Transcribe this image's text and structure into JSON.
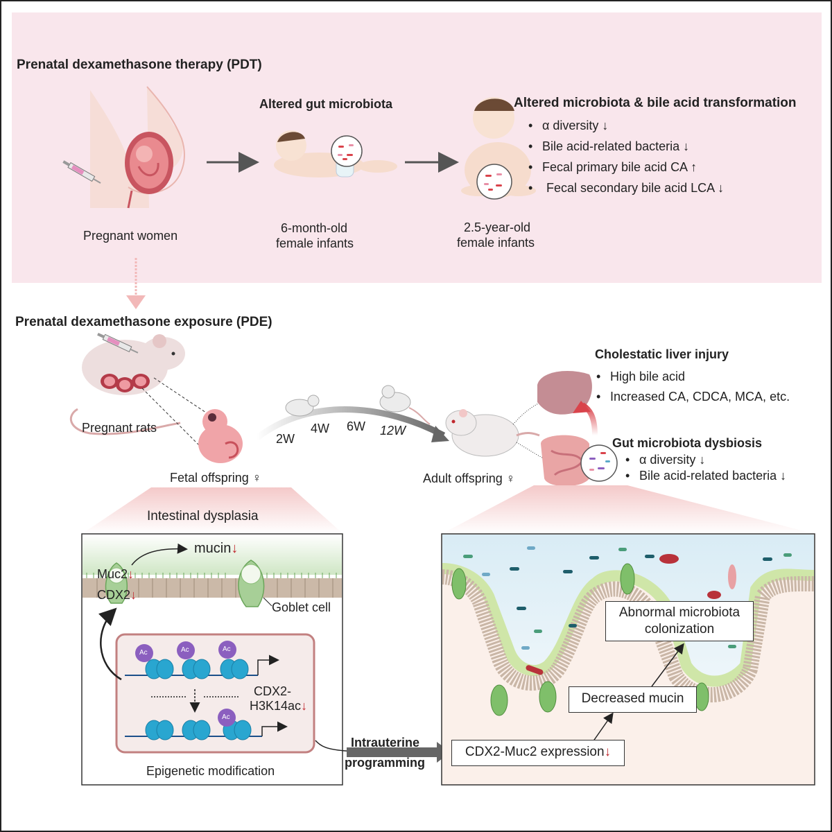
{
  "pdt": {
    "title": "Prenatal dexamethasone therapy (PDT)",
    "pregnant_women_label": "Pregnant women",
    "gut_microbiota_title": "Altered gut microbiota",
    "infant6_line1": "6-month-old",
    "infant6_line2": "female infants",
    "infant25_line1": "2.5-year-old",
    "infant25_line2": "female infants",
    "bile_title": "Altered microbiota & bile acid transformation",
    "bile_items": [
      "α diversity ↓",
      "Bile acid-related bacteria ↓",
      "Fecal primary bile acid CA ↑",
      "Fecal secondary bile acid LCA ↓"
    ]
  },
  "pde": {
    "title": "Prenatal dexamethasone exposure (PDE)",
    "pregnant_rats_label": "Pregnant rats",
    "fetal_label": "Fetal offspring ♀",
    "adult_label": "Adult offspring ♀",
    "weeks": [
      "2W",
      "4W",
      "6W",
      "12W"
    ],
    "liver_title": "Cholestatic liver injury",
    "liver_items": [
      "High bile acid",
      "Increased CA, CDCA, MCA, etc."
    ],
    "gut_title": "Gut microbiota dysbiosis",
    "gut_items": [
      "α diversity ↓",
      "Bile acid-related bacteria ↓"
    ]
  },
  "left_panel": {
    "title": "Intestinal dysplasia",
    "mucin": "mucin",
    "muc2": "Muc2",
    "cdx2": "CDX2",
    "down_arrow": "↓",
    "goblet": "Goblet cell",
    "ac": "Ac",
    "cdx2_h3_line1": "CDX2-",
    "cdx2_h3_line2": "H3K14ac",
    "epigenetic": "Epigenetic modification"
  },
  "middle": {
    "line1": "Intrauterine",
    "line2": "programming"
  },
  "right_panel": {
    "abnormal_line1": "Abnormal microbiota",
    "abnormal_line2": "colonization",
    "decreased_mucin": "Decreased mucin",
    "cdx2_muc2": "CDX2-Muc2 expression"
  },
  "colors": {
    "pink_bg": "#f9e6ec",
    "arrow_grey": "#555555",
    "accent_red": "#c0272d",
    "histone": "#29a6d0",
    "acetyl": "#8b5fbf",
    "goblet": "#6aa55a",
    "tissue": "#f5e3d3"
  }
}
